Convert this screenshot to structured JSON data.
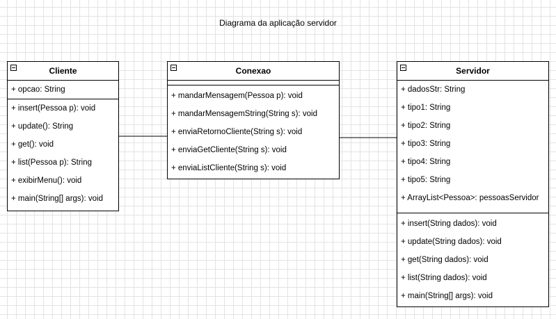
{
  "diagram": {
    "title": "Diagrama da aplicação servidor"
  },
  "classes": {
    "cliente": {
      "name": "Cliente",
      "attributes": [
        "+ opcao: String"
      ],
      "operations": [
        "+ insert(Pessoa p): void",
        "+ update(): String",
        "+ get(): void",
        "+ list(Pessoa p): String",
        "+ exibirMenu(): void",
        "+ main(String[] args): void"
      ]
    },
    "conexao": {
      "name": "Conexao",
      "attributes": [],
      "operations": [
        "+ mandarMensagem(Pessoa p): void",
        "+ mandarMensagemString(String s): void",
        "+ enviaRetornoCliente(String s): void",
        "+ enviaGetCliente(String s): void",
        "+ enviaListCliente(String s): void"
      ]
    },
    "servidor": {
      "name": "Servidor",
      "attributes": [
        "+ dadosStr: String",
        "+ tipo1: String",
        "+ tipo2: String",
        "+ tipo3: String",
        "+ tipo4: String",
        "+ tipo5: String",
        "+ ArrayList<Pessoa>: pessoasServidor"
      ],
      "operations": [
        "+ insert(String dados): void",
        "+ update(String dados): void",
        "+ get(String dados): void",
        "+ list(String dados): void",
        "+ main(String[] args): void"
      ]
    }
  },
  "colors": {
    "line": "#000000",
    "grid": "#e3e3e3",
    "box_fill": "#ffffff"
  }
}
